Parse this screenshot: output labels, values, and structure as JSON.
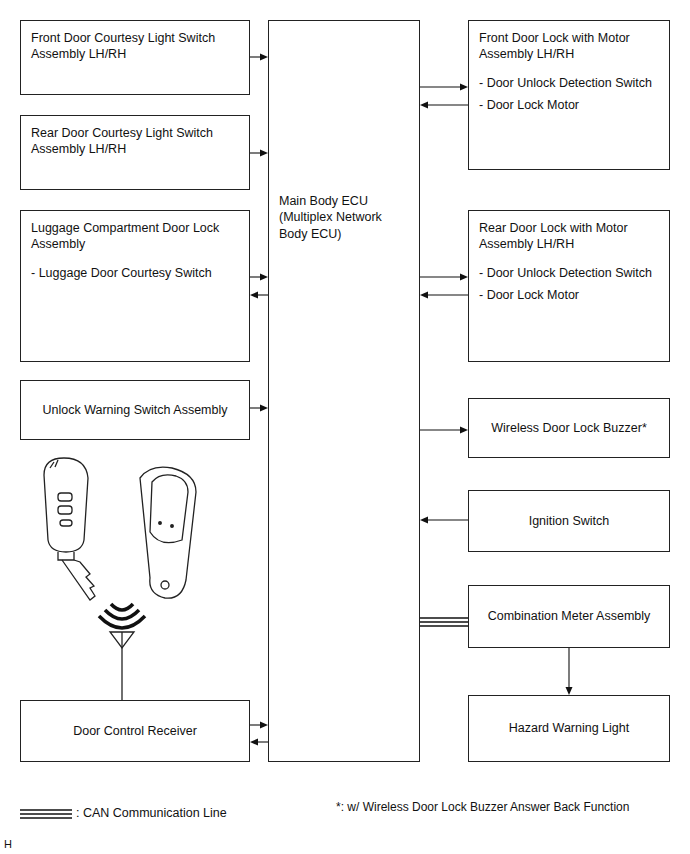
{
  "diagram": {
    "nodes": [
      {
        "text": [
          "Front Door Courtesy Light Switch Assembly LH/RH"
        ]
      },
      {
        "text": [
          "Main Body ECU (Multiplex Network Body ECU)"
        ]
      },
      {
        "text": [
          "Front Door Lock with Motor Assembly LH/RH",
          "- Door Unlock Detection Switch",
          "- Door Lock Motor"
        ]
      },
      {
        "text": [
          "Rear Door Courtesy Light Switch Assembly LH/RH"
        ]
      },
      {
        "text": [
          "Rear Door Lock with Motor Assembly LH/RH",
          "- Door Unlock Detection Switch",
          "- Door Lock Motor"
        ]
      },
      {
        "text": [
          "Luggage Compartment Door Lock Assembly",
          "- Luggage Door Courtesy Switch"
        ]
      },
      {
        "text": [
          "Unlock Warning Switch Assembly"
        ]
      },
      {
        "text": [
          "Wireless Door Lock Buzzer*"
        ]
      },
      {
        "text": [
          "Ignition Switch"
        ]
      },
      {
        "text": [
          "Combination Meter Assembly"
        ]
      },
      {
        "text": [
          "Hazard Warning Light"
        ]
      },
      {
        "text": [
          "Door Control Receiver"
        ]
      }
    ],
    "edges": [
      {
        "from": 0,
        "to": 1,
        "arrow": "to"
      },
      {
        "from": 1,
        "to": 2,
        "arrow": "to"
      },
      {
        "from": 2,
        "to": 1,
        "arrow": "to"
      },
      {
        "from": 3,
        "to": 1,
        "arrow": "to"
      },
      {
        "from": 5,
        "to": 1,
        "arrow": "to"
      },
      {
        "from": 1,
        "to": 5,
        "arrow": "to"
      },
      {
        "from": 1,
        "to": 4,
        "arrow": "to"
      },
      {
        "from": 4,
        "to": 1,
        "arrow": "to"
      },
      {
        "from": 6,
        "to": 1,
        "arrow": "to"
      },
      {
        "from": 1,
        "to": 7,
        "arrow": "to"
      },
      {
        "from": 8,
        "to": 1,
        "arrow": "to"
      },
      {
        "from": 1,
        "to": 9,
        "arrow": "none"
      },
      {
        "from": 9,
        "to": 10,
        "arrow": "to"
      },
      {
        "from": 11,
        "to": 1,
        "arrow": "to"
      },
      {
        "from": 1,
        "to": 11,
        "arrow": "to"
      }
    ],
    "labels": [
      "*: w/ Wireless Door Lock Buzzer Answer Back Function",
      "H"
    ],
    "legend": [
      {
        "text": ": CAN Communication Line"
      }
    ]
  }
}
